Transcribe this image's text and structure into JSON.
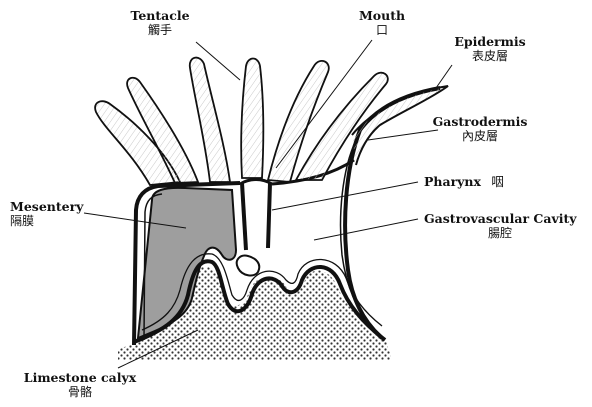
{
  "labels": {
    "tentacle": {
      "en": "Tentacle",
      "zh": "觸手"
    },
    "mouth": {
      "en": "Mouth",
      "zh": "口"
    },
    "epidermis": {
      "en": "Epidermis",
      "zh": "表皮層"
    },
    "gastrodermis": {
      "en": "Gastrodermis",
      "zh": "內皮層"
    },
    "pharynx": {
      "en": "Pharynx",
      "zh": "咽"
    },
    "mesentery": {
      "en": "Mesentery",
      "zh": "隔膜"
    },
    "gastrovascular_cavity": {
      "en": "Gastrovascular Cavity",
      "zh": "腸腔"
    },
    "limestone_calyx": {
      "en": "Limestone calyx",
      "zh": "骨骼"
    }
  },
  "colors": {
    "ink": "#111111",
    "mesentery_fill": "#9e9e9e",
    "calyx_dots": "#333333",
    "background": "#ffffff"
  }
}
